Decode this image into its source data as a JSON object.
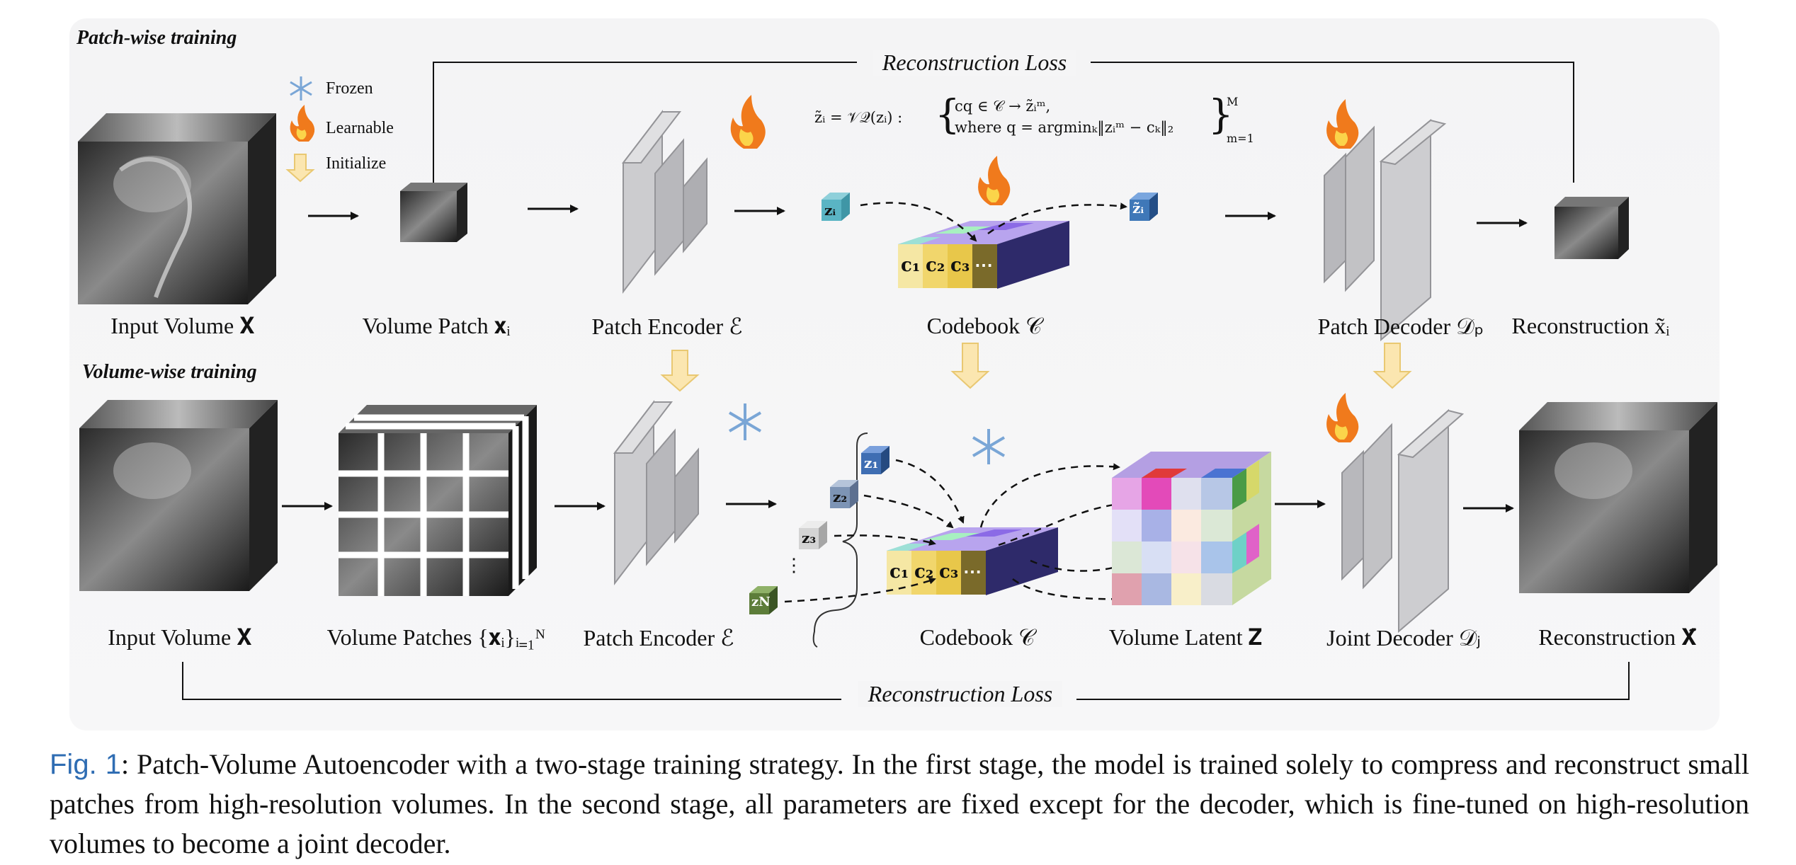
{
  "figure": {
    "sections": {
      "patch_wise": "Patch-wise training",
      "volume_wise": "Volume-wise training"
    },
    "legend": {
      "frozen": "Frozen",
      "learnable": "Learnable",
      "initialize": "Initialize"
    },
    "loss_label": "Reconstruction Loss",
    "top_row_labels": {
      "input_volume": "Input Volume 𝐗",
      "volume_patch": "Volume Patch 𝐱ᵢ",
      "patch_encoder": "Patch Encoder ℰ",
      "codebook": "Codebook 𝒞",
      "patch_decoder": "Patch Decoder 𝒟ₚ",
      "reconstruction": "Reconstruction x̃ᵢ"
    },
    "bottom_row_labels": {
      "input_volume": "Input Volume 𝐗",
      "volume_patches": "Volume Patches {𝐱ᵢ}ᵢ₌₁ᴺ",
      "patch_encoder": "Patch Encoder ℰ",
      "codebook": "Codebook 𝒞",
      "volume_latent": "Volume Latent 𝐙",
      "joint_decoder": "Joint Decoder 𝒟ⱼ",
      "reconstruction": "Reconstruction 𝐗̃"
    },
    "formula": {
      "lhs": "z̃ᵢ = 𝒱𝒬(zᵢ) :",
      "line1": "cq ∈ 𝒞 → z̃ᵢᵐ,",
      "line2": "where q = argminₖ‖zᵢᵐ − cₖ‖₂",
      "sup": "M",
      "sub": "m=1"
    },
    "tokens": {
      "zi": "zᵢ",
      "zi_tilde": "z̃ᵢ",
      "z1": "z₁",
      "z2": "z₂",
      "z3": "z₃",
      "zN": "zN",
      "dots": "⋮"
    },
    "codes": [
      "c₁",
      "c₂",
      "c₃",
      "⋯"
    ],
    "colors": {
      "panel": "#f5f5f6",
      "arrow": "#111111",
      "encoder": "#c9c9cc",
      "token_zi": "#5ab4c4",
      "token_zi_tilde": "#3f78b8",
      "token_z1": "#3f6eb3",
      "token_z2": "#7d94b5",
      "token_z3": "#cfcfcf",
      "token_zN": "#5d7d3a",
      "init_arrow": "#fbe6b0",
      "fire": "#f07a1c",
      "snow": "#7aa6d6"
    }
  },
  "caption": {
    "label": "Fig. 1",
    "text": ": Patch-Volume Autoencoder with a two-stage training strategy. In the first stage, the model is trained solely to compress and reconstruct small patches from high-resolution volumes. In the second stage, all parameters are fixed except for the decoder, which is fine-tuned on high-resolution volumes to become a joint decoder."
  }
}
